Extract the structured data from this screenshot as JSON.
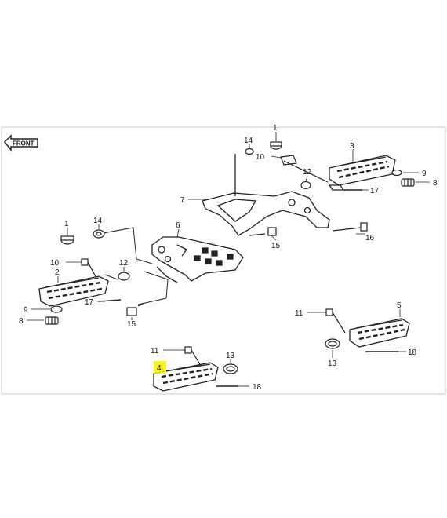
{
  "front_label": "FRONT",
  "callouts": [
    {
      "id": "c1a",
      "text": "1"
    },
    {
      "id": "c14a",
      "text": "14"
    },
    {
      "id": "c10a",
      "text": "10"
    },
    {
      "id": "c3",
      "text": "3"
    },
    {
      "id": "c12a",
      "text": "12"
    },
    {
      "id": "c9a",
      "text": "9"
    },
    {
      "id": "c8a",
      "text": "8"
    },
    {
      "id": "c7",
      "text": "7"
    },
    {
      "id": "c17a",
      "text": "17"
    },
    {
      "id": "c16a",
      "text": "16"
    },
    {
      "id": "c15a",
      "text": "15"
    },
    {
      "id": "c1b",
      "text": "1"
    },
    {
      "id": "c14b",
      "text": "14"
    },
    {
      "id": "c6",
      "text": "6"
    },
    {
      "id": "c10b",
      "text": "10"
    },
    {
      "id": "c12b",
      "text": "12"
    },
    {
      "id": "c2",
      "text": "2"
    },
    {
      "id": "c17b",
      "text": "17"
    },
    {
      "id": "c9b",
      "text": "9"
    },
    {
      "id": "c8b",
      "text": "8"
    },
    {
      "id": "c15b",
      "text": "15"
    },
    {
      "id": "c11a",
      "text": "11"
    },
    {
      "id": "c5",
      "text": "5"
    },
    {
      "id": "c13a",
      "text": "13"
    },
    {
      "id": "c18a",
      "text": "18"
    },
    {
      "id": "c11b",
      "text": "11"
    },
    {
      "id": "c13b",
      "text": "13"
    },
    {
      "id": "c4",
      "text": "4"
    },
    {
      "id": "c18b",
      "text": "18"
    }
  ],
  "colors": {
    "highlight": "#f5f200",
    "line": "#222222",
    "border": "#bbbbbb"
  }
}
